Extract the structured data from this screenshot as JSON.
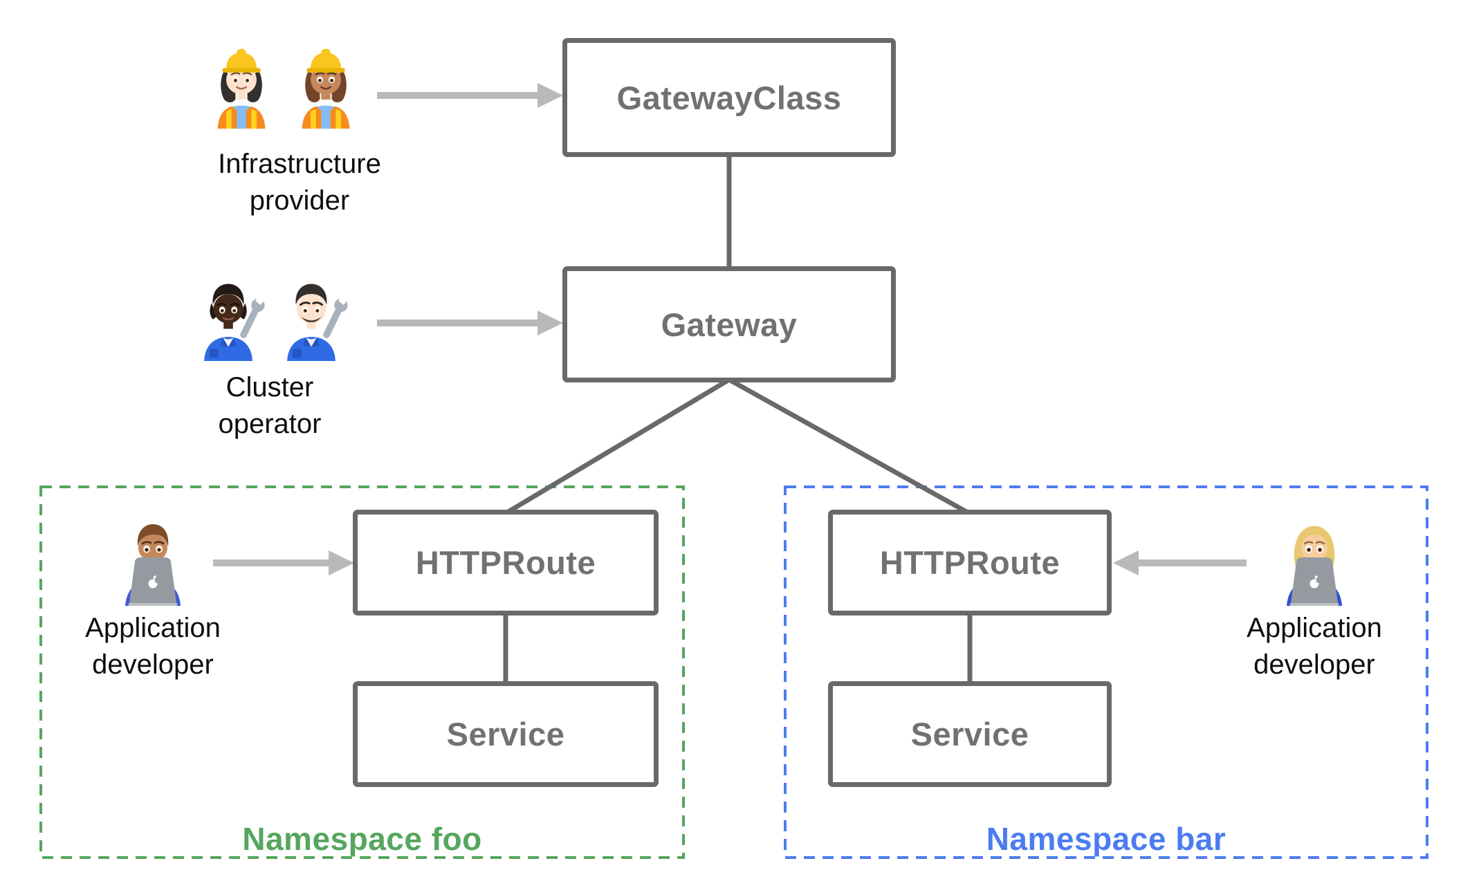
{
  "nodes": {
    "gateway_class": {
      "label": "GatewayClass"
    },
    "gateway": {
      "label": "Gateway"
    },
    "httproute_foo": {
      "label": "HTTPRoute"
    },
    "service_foo": {
      "label": "Service"
    },
    "httproute_bar": {
      "label": "HTTPRoute"
    },
    "service_bar": {
      "label": "Service"
    }
  },
  "namespaces": {
    "foo": {
      "label": "Namespace foo",
      "color": "#55a65e"
    },
    "bar": {
      "label": "Namespace bar",
      "color": "#4c7cf0"
    }
  },
  "personas": {
    "infrastructure_provider": {
      "line1": "Infrastructure",
      "line2": "provider",
      "icons": [
        "woman-construction-worker-light-emoji",
        "woman-construction-worker-medium-emoji"
      ]
    },
    "cluster_operator": {
      "line1": "Cluster",
      "line2": "operator",
      "icons": [
        "mechanic-dark-skin-emoji",
        "man-mechanic-light-skin-emoji"
      ]
    },
    "application_developer_foo": {
      "line1": "Application",
      "line2": "developer",
      "icons": [
        "man-technologist-emoji"
      ]
    },
    "application_developer_bar": {
      "line1": "Application",
      "line2": "developer",
      "icons": [
        "woman-technologist-emoji"
      ]
    }
  },
  "colors": {
    "node_border": "#696969",
    "node_text": "#717171",
    "connector": "#696969",
    "arrow": "#b9b9b9",
    "persona_text": "#0e0e0e",
    "namespace_foo": "#55a65e",
    "namespace_bar": "#4c7cf0",
    "background": "#ffffff"
  }
}
